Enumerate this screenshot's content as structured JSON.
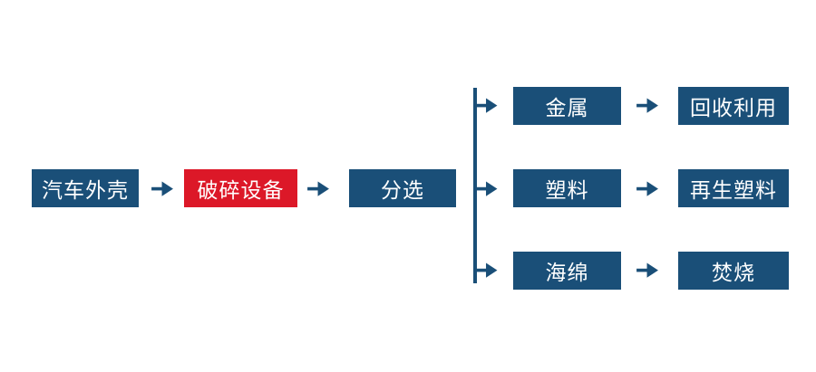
{
  "colors": {
    "primary_blue": "#1A4F78",
    "accent_red": "#DC1828",
    "background": "#FFFFFF",
    "box_text": "#FFFFFF"
  },
  "flowchart": {
    "main_flow": {
      "nodes": [
        {
          "id": "car-shell",
          "label": "汽车外壳",
          "color": "blue"
        },
        {
          "id": "crushing-equipment",
          "label": "破碎设备",
          "color": "red"
        },
        {
          "id": "sorting",
          "label": "分选",
          "color": "blue"
        }
      ]
    },
    "branches": [
      {
        "material": "金属",
        "outcome": "回收利用"
      },
      {
        "material": "塑料",
        "outcome": "再生塑料"
      },
      {
        "material": "海绵",
        "outcome": "焚烧"
      }
    ],
    "icons": {
      "arrow_right": "→"
    }
  }
}
